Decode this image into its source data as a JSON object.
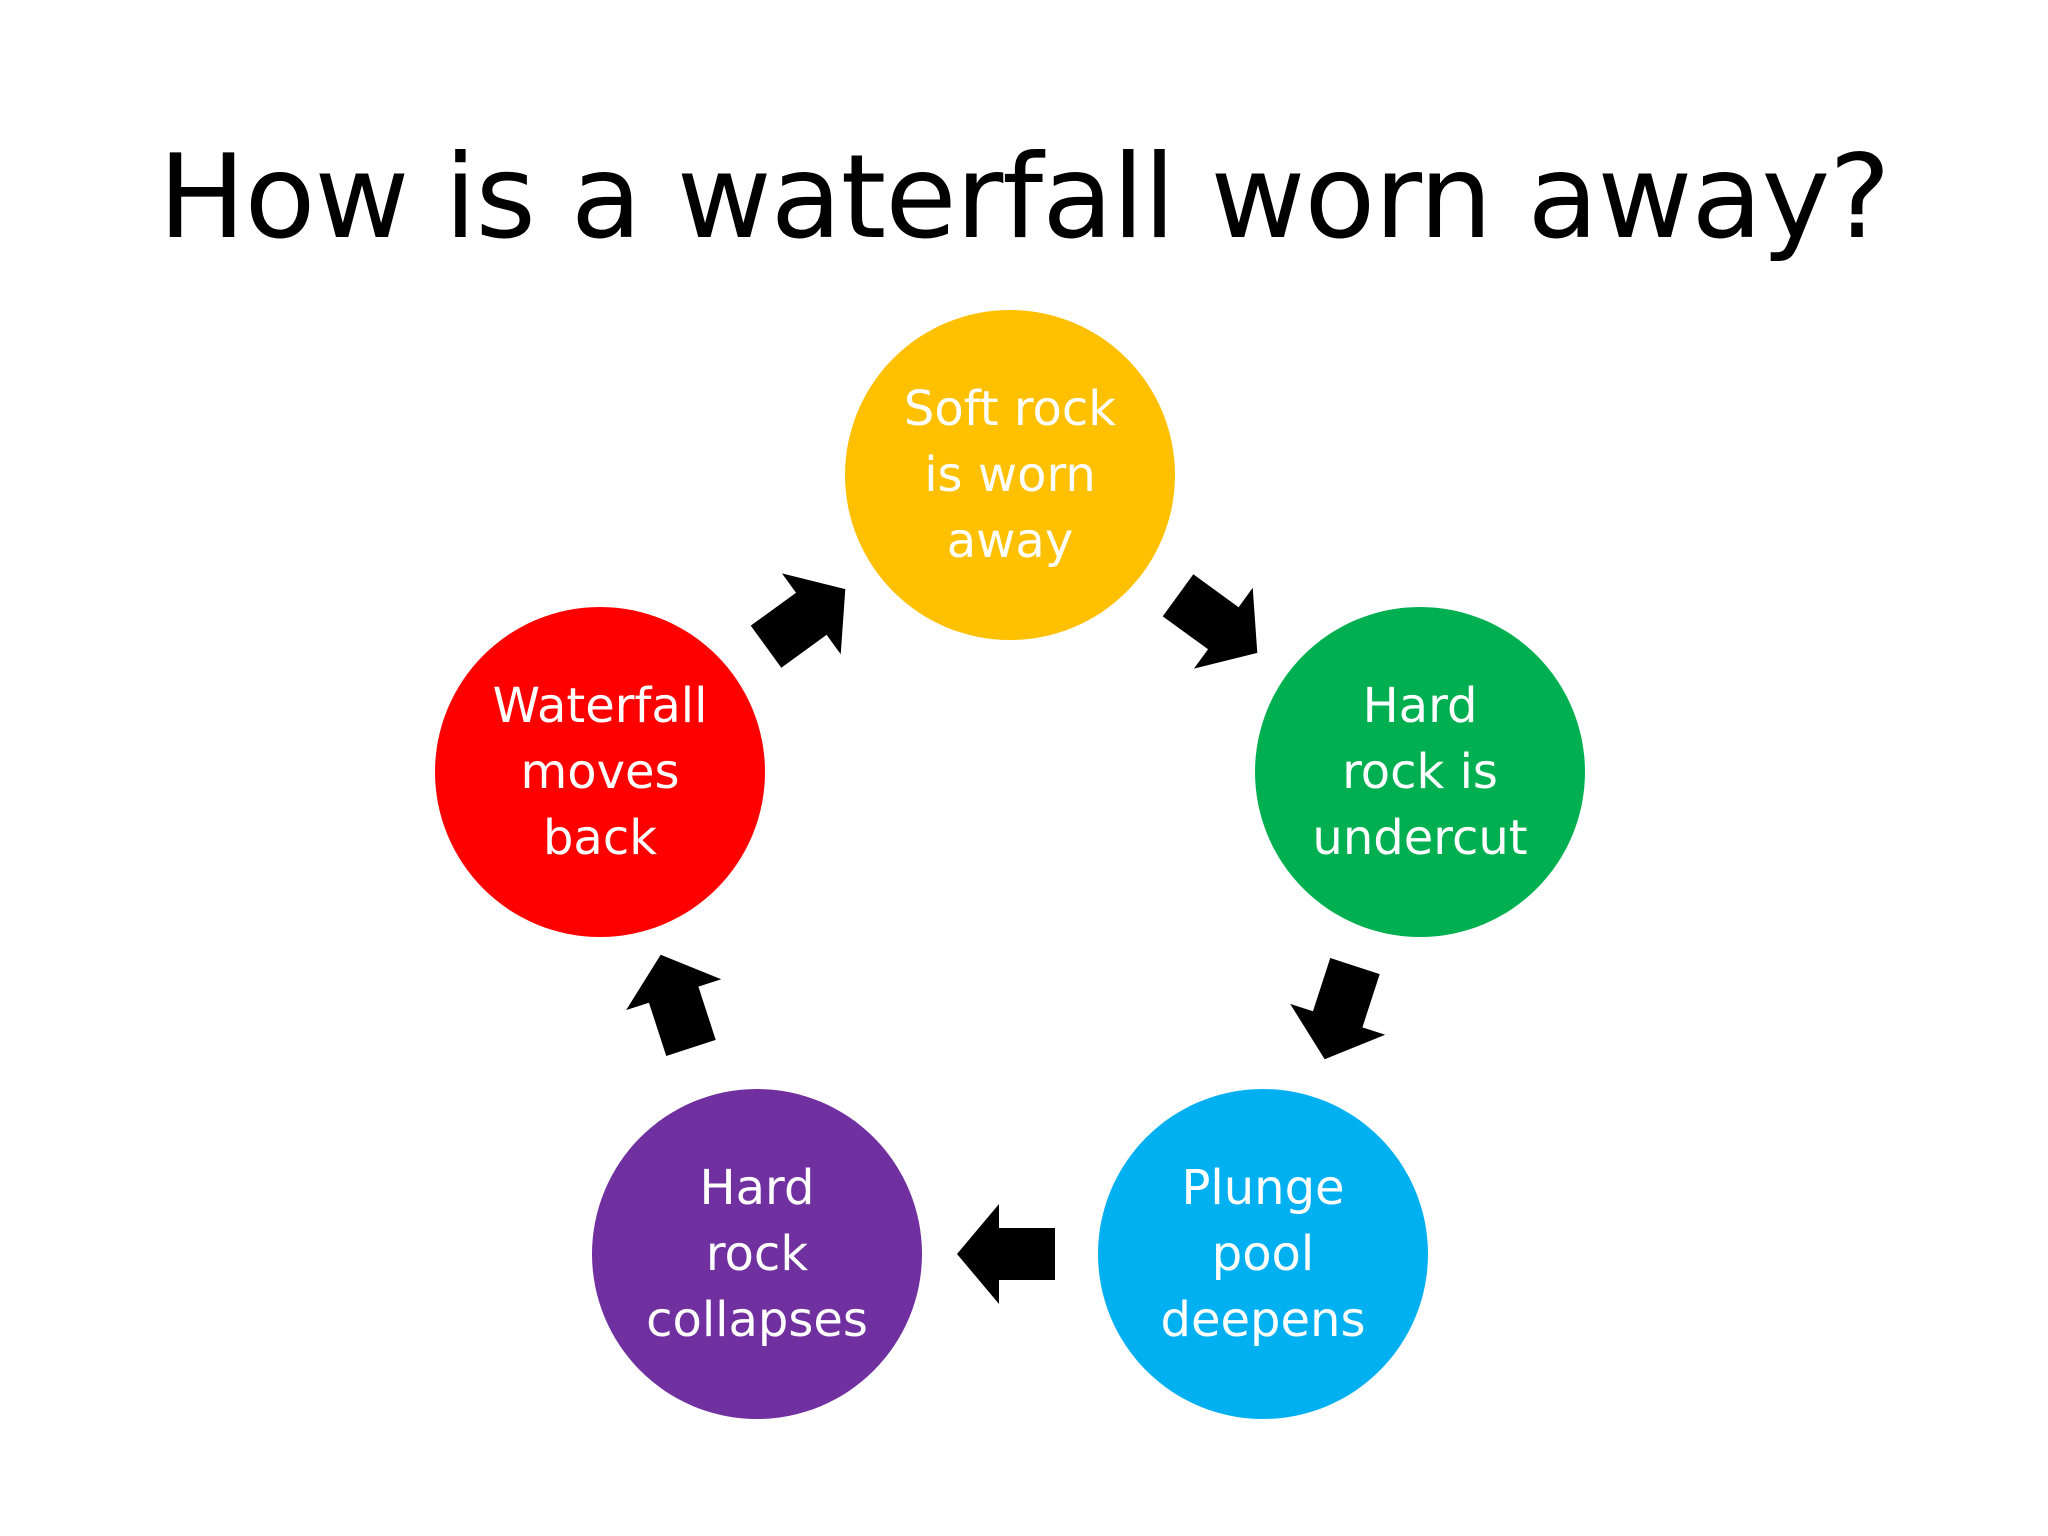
{
  "title": "How is a waterfall worn away?",
  "cycle": {
    "nodes": [
      {
        "id": "soft-rock",
        "label": "Soft rock\nis worn\naway",
        "color": "#FFC000"
      },
      {
        "id": "hard-rock-undercut",
        "label": "Hard\nrock is\nundercut",
        "color": "#00B050"
      },
      {
        "id": "plunge-pool",
        "label": "Plunge\npool\ndeepens",
        "color": "#00B0F0"
      },
      {
        "id": "hard-rock-collapses",
        "label": "Hard\nrock\ncollapses",
        "color": "#7030A0"
      },
      {
        "id": "waterfall-moves",
        "label": "Waterfall\nmoves\nback",
        "color": "#FF0000"
      }
    ],
    "arrow_color": "#000000"
  }
}
